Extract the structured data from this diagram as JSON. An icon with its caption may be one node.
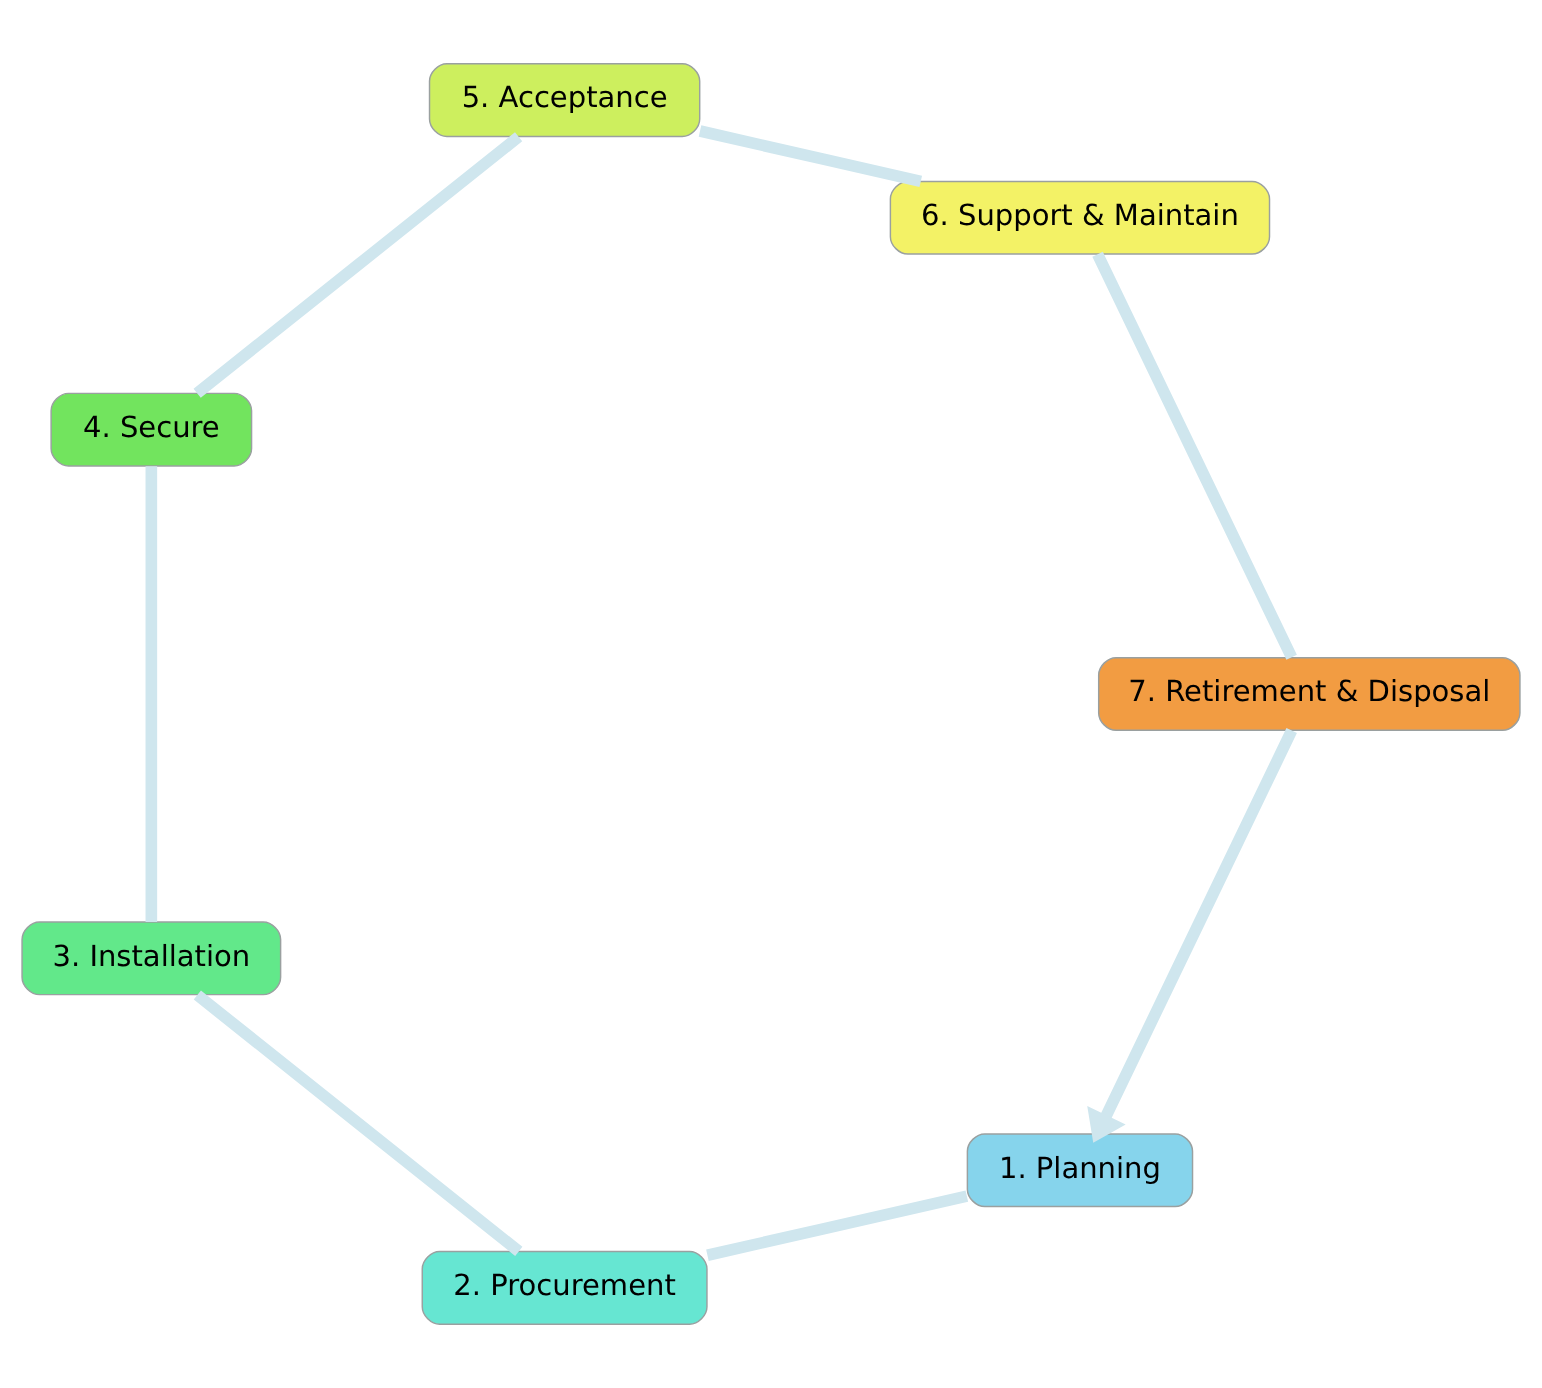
{
  "diagram": {
    "nodes": [
      {
        "text": [
          "1. Planning"
        ]
      },
      {
        "text": [
          "2. Procurement"
        ]
      },
      {
        "text": [
          "3. Installation"
        ]
      },
      {
        "text": [
          "4. Secure"
        ]
      },
      {
        "text": [
          "5. Acceptance"
        ]
      },
      {
        "text": [
          "6. Support & Maintain"
        ]
      },
      {
        "text": [
          "7. Retirement & Disposal"
        ]
      }
    ],
    "edges": [
      {
        "from": 0,
        "to": 1,
        "arrow": "none"
      },
      {
        "from": 1,
        "to": 2,
        "arrow": "none"
      },
      {
        "from": 2,
        "to": 3,
        "arrow": "none"
      },
      {
        "from": 3,
        "to": 4,
        "arrow": "none"
      },
      {
        "from": 4,
        "to": 5,
        "arrow": "none"
      },
      {
        "from": 5,
        "to": 6,
        "arrow": "none"
      },
      {
        "from": 6,
        "to": 0,
        "arrow": "to"
      }
    ]
  }
}
